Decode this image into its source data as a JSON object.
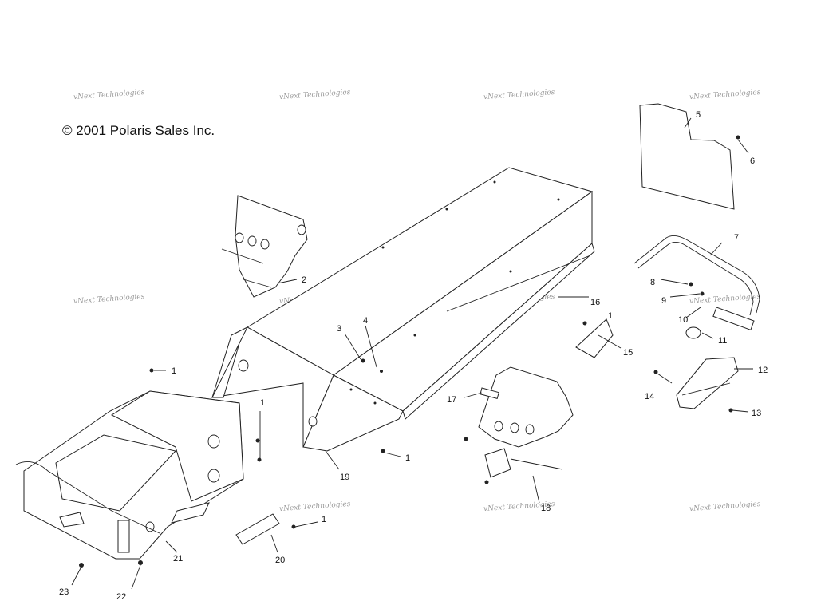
{
  "copyright": "© 2001 Polaris Sales Inc.",
  "watermark": "vNext Technologies",
  "callouts": [
    {
      "id": "c1a",
      "text": "1"
    },
    {
      "id": "c1b",
      "text": "1"
    },
    {
      "id": "c1c",
      "text": "1"
    },
    {
      "id": "c1d",
      "text": "1"
    },
    {
      "id": "c1e",
      "text": "1"
    },
    {
      "id": "c2",
      "text": "2"
    },
    {
      "id": "c3",
      "text": "3"
    },
    {
      "id": "c4",
      "text": "4"
    },
    {
      "id": "c5",
      "text": "5"
    },
    {
      "id": "c6",
      "text": "6"
    },
    {
      "id": "c7",
      "text": "7"
    },
    {
      "id": "c8",
      "text": "8"
    },
    {
      "id": "c9",
      "text": "9"
    },
    {
      "id": "c10",
      "text": "10"
    },
    {
      "id": "c11",
      "text": "11"
    },
    {
      "id": "c12",
      "text": "12"
    },
    {
      "id": "c13",
      "text": "13"
    },
    {
      "id": "c14",
      "text": "14"
    },
    {
      "id": "c15",
      "text": "15"
    },
    {
      "id": "c16",
      "text": "16"
    },
    {
      "id": "c17",
      "text": "17"
    },
    {
      "id": "c18",
      "text": "18"
    },
    {
      "id": "c19",
      "text": "19"
    },
    {
      "id": "c20",
      "text": "20"
    },
    {
      "id": "c21",
      "text": "21"
    },
    {
      "id": "c22",
      "text": "22"
    },
    {
      "id": "c23",
      "text": "23"
    }
  ]
}
